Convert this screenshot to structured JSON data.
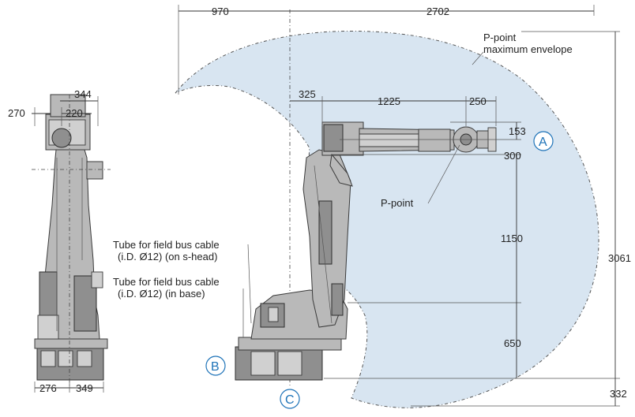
{
  "dimensions": {
    "top_left": "970",
    "top_right": "2702",
    "reach_325": "325",
    "reach_1225": "1225",
    "reach_250": "250",
    "v_153": "153",
    "v_300": "300",
    "v_1150": "1150",
    "v_650": "650",
    "v_3061": "3061",
    "v_332": "332",
    "side_344": "344",
    "side_270": "270",
    "side_220": "220",
    "side_276": "276",
    "side_349": "349"
  },
  "labels": {
    "envelope_line1": "P-point",
    "envelope_line2": "maximum envelope",
    "ppoint": "P-point",
    "tube_head_line1": "Tube for field bus cable",
    "tube_head_line2": "(i.D. Ø12) (on s-head)",
    "tube_base_line1": "Tube for field bus cable",
    "tube_base_line2": "(i.D. Ø12) (in base)"
  },
  "markers": {
    "a": "A",
    "b": "B",
    "c": "C"
  },
  "colors": {
    "envelope": "#d6e4f0",
    "marker": "#1e73b8",
    "robot": "#b9b9b9"
  }
}
